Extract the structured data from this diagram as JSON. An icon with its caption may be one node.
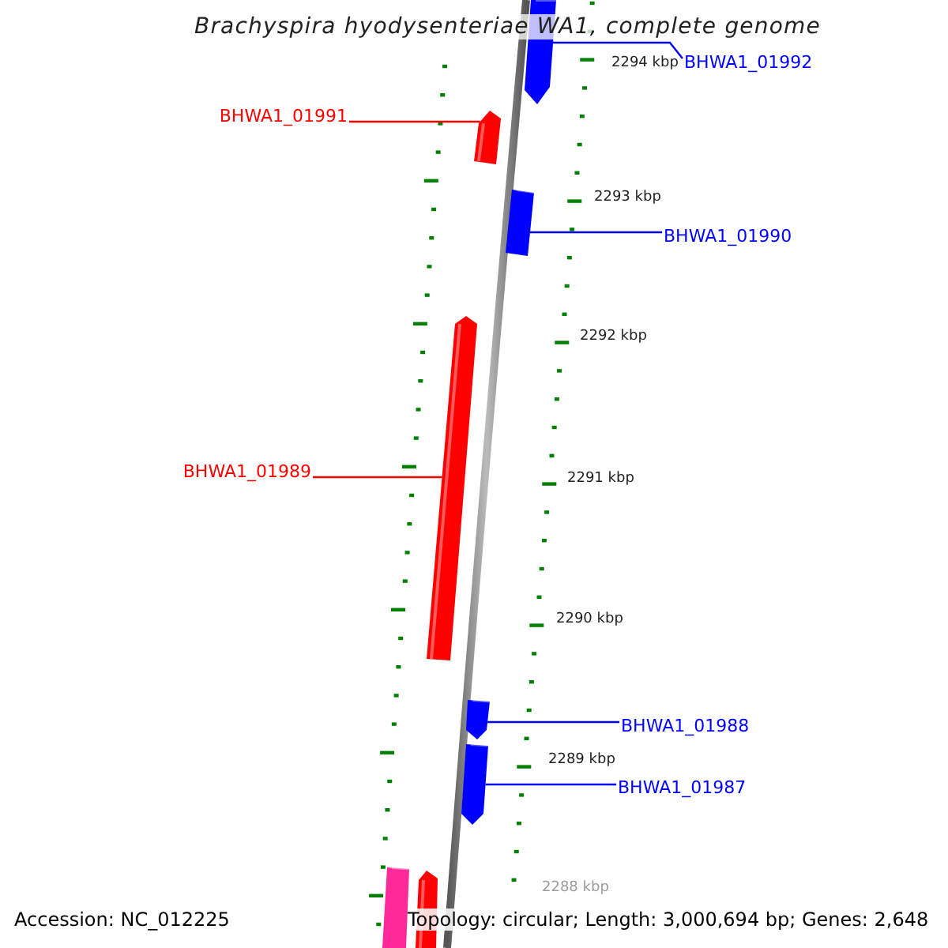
{
  "diagram": {
    "title": "Brachyspira hyodysenteriae WA1, complete genome",
    "nodes": [
      {
        "text": [],
        "shape": "bar"
      },
      {
        "text": [
          "BHWA1_01992"
        ]
      },
      {
        "text": [
          "BHWA1_01991"
        ]
      },
      {
        "text": [],
        "shape": "bar"
      },
      {
        "text": [],
        "shape": "bar"
      },
      {
        "text": [
          "BHWA1_01990"
        ]
      },
      {
        "text": [],
        "shape": "bar"
      },
      {
        "text": [
          "BHWA1_01989"
        ]
      },
      {
        "text": [],
        "shape": "bar"
      },
      {
        "text": [
          "BHWA1_01988"
        ]
      },
      {
        "text": [],
        "shape": "bar"
      },
      {
        "text": [
          "BHWA1_01987"
        ]
      },
      {
        "text": [],
        "shape": "bar"
      },
      {
        "text": [],
        "shape": "bar"
      }
    ],
    "edges": [
      {
        "from": 1,
        "to": 0,
        "arrow": "none",
        "color": "#0000ff"
      },
      {
        "from": 2,
        "to": 3,
        "arrow": "none",
        "color": "#ff0000"
      },
      {
        "from": 5,
        "to": 4,
        "arrow": "none",
        "color": "#0000ff"
      },
      {
        "from": 7,
        "to": 6,
        "arrow": "none",
        "color": "#ff0000"
      },
      {
        "from": 9,
        "to": 8,
        "arrow": "none",
        "color": "#0000ff"
      },
      {
        "from": 11,
        "to": 10,
        "arrow": "none",
        "color": "#0000ff"
      }
    ],
    "labels": [
      "2294 kbp",
      "2293 kbp",
      "2292 kbp",
      "2291 kbp",
      "2290 kbp",
      "2289 kbp",
      "2288 kbp",
      "Accession: NC_012225",
      "Topology: circular; Length: 3,000,694 bp; Genes: 2,648"
    ]
  }
}
